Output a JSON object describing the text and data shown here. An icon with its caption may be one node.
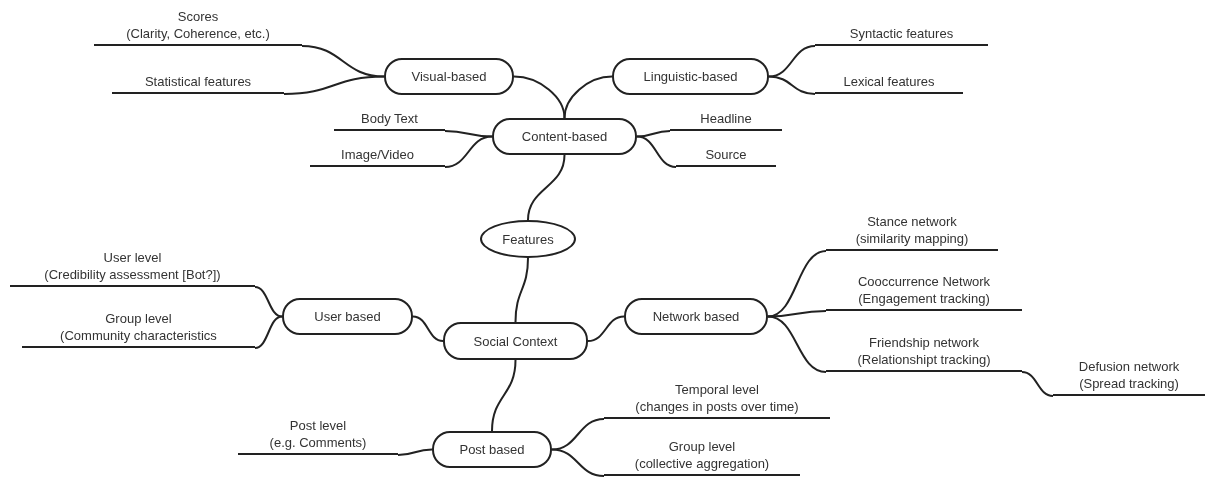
{
  "diagram": {
    "nodes": [
      {
        "text": [
          "Scores",
          "(Clarity, Coherence, etc.)"
        ]
      },
      {
        "text": [
          "Visual-based"
        ]
      },
      {
        "text": [
          "Linguistic-based"
        ]
      },
      {
        "text": [
          "Syntactic features"
        ]
      },
      {
        "text": [
          "Statistical features"
        ]
      },
      {
        "text": [
          "Lexical features"
        ]
      },
      {
        "text": [
          "Body Text"
        ]
      },
      {
        "text": [
          "Content-based"
        ]
      },
      {
        "text": [
          "Headline"
        ]
      },
      {
        "text": [
          "Image/Video"
        ]
      },
      {
        "text": [
          "Source"
        ]
      },
      {
        "text": [
          "Features"
        ]
      },
      {
        "text": [
          "Stance network",
          "(similarity mapping)"
        ]
      },
      {
        "text": [
          "User level",
          "(Credibility assessment [Bot?])"
        ]
      },
      {
        "text": [
          "User based"
        ]
      },
      {
        "text": [
          "Network based"
        ]
      },
      {
        "text": [
          "Cooccurrence Network",
          "(Engagement tracking)"
        ]
      },
      {
        "text": [
          "Group level",
          "(Community characteristics"
        ]
      },
      {
        "text": [
          "Social Context"
        ]
      },
      {
        "text": [
          "Friendship network",
          "(Relationshipt tracking)"
        ]
      },
      {
        "text": [
          "Defusion network",
          "(Spread tracking)"
        ]
      },
      {
        "text": [
          "Temporal level",
          "(changes in posts over time)"
        ]
      },
      {
        "text": [
          "Post level",
          "(e.g. Comments)"
        ]
      },
      {
        "text": [
          "Post based"
        ]
      },
      {
        "text": [
          "Group level",
          "(collective aggregation)"
        ]
      }
    ],
    "edges": [
      {
        "from": 11,
        "to": 7,
        "arrow": "none"
      },
      {
        "from": 7,
        "to": 1,
        "arrow": "none"
      },
      {
        "from": 7,
        "to": 2,
        "arrow": "none"
      },
      {
        "from": 1,
        "to": 0,
        "arrow": "none"
      },
      {
        "from": 1,
        "to": 4,
        "arrow": "none"
      },
      {
        "from": 2,
        "to": 3,
        "arrow": "none"
      },
      {
        "from": 2,
        "to": 5,
        "arrow": "none"
      },
      {
        "from": 7,
        "to": 6,
        "arrow": "none"
      },
      {
        "from": 7,
        "to": 9,
        "arrow": "none"
      },
      {
        "from": 7,
        "to": 8,
        "arrow": "none"
      },
      {
        "from": 7,
        "to": 10,
        "arrow": "none"
      },
      {
        "from": 11,
        "to": 18,
        "arrow": "none"
      },
      {
        "from": 18,
        "to": 14,
        "arrow": "none"
      },
      {
        "from": 18,
        "to": 15,
        "arrow": "none"
      },
      {
        "from": 18,
        "to": 23,
        "arrow": "none"
      },
      {
        "from": 14,
        "to": 13,
        "arrow": "none"
      },
      {
        "from": 14,
        "to": 17,
        "arrow": "none"
      },
      {
        "from": 15,
        "to": 12,
        "arrow": "none"
      },
      {
        "from": 15,
        "to": 16,
        "arrow": "none"
      },
      {
        "from": 15,
        "to": 19,
        "arrow": "none"
      },
      {
        "from": 19,
        "to": 20,
        "arrow": "none"
      },
      {
        "from": 23,
        "to": 22,
        "arrow": "none"
      },
      {
        "from": 23,
        "to": 21,
        "arrow": "none"
      },
      {
        "from": 23,
        "to": 24,
        "arrow": "none"
      }
    ]
  }
}
